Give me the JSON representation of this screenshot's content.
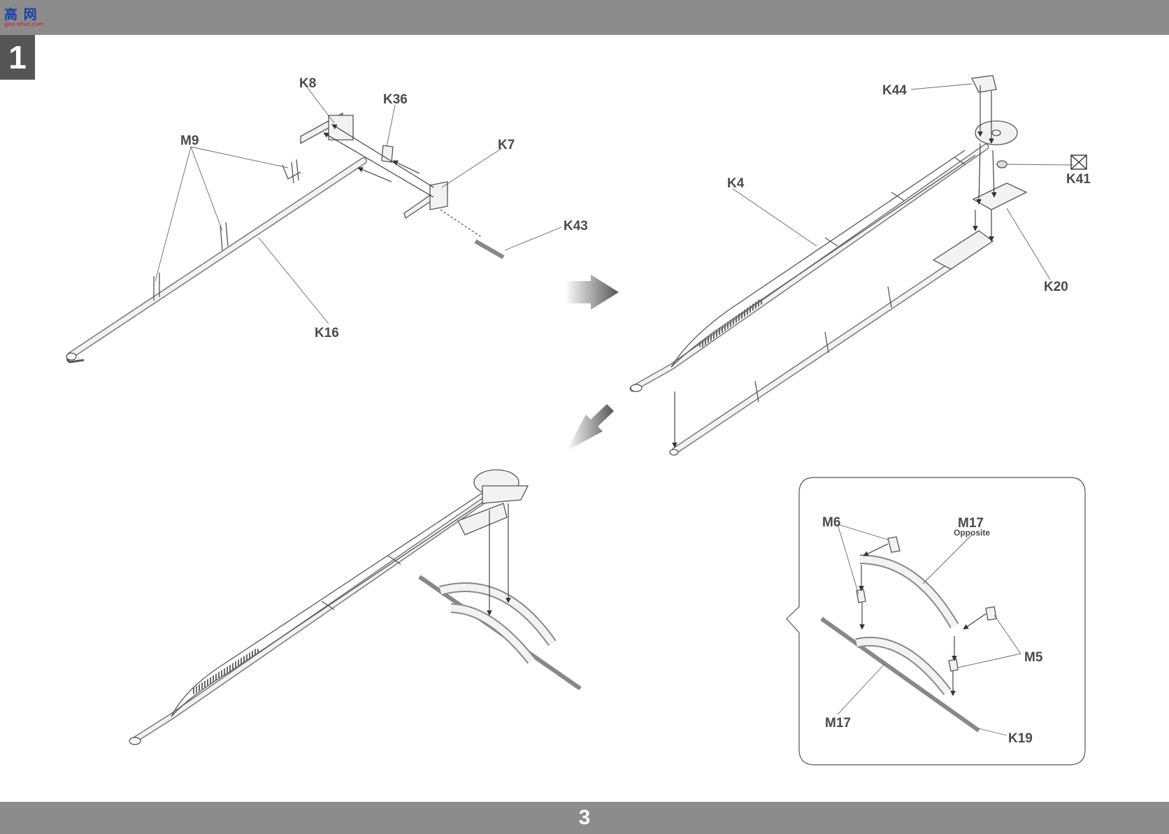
{
  "header": {
    "logo_text": "高 网",
    "logo_sub": "goo-shun.com"
  },
  "step_number": "1",
  "page_number": "3",
  "callouts": {
    "k8": "K8",
    "k36": "K36",
    "m9": "M9",
    "k7": "K7",
    "k43": "K43",
    "k16": "K16",
    "k44": "K44",
    "k41": "K41",
    "k4": "K4",
    "k20": "K20",
    "m6": "M6",
    "m17_top": "M17",
    "opposite": "Opposite",
    "m5": "M5",
    "m17_bottom": "M17",
    "k19": "K19"
  },
  "colors": {
    "bar": "#8c8c8c",
    "step_box": "#555555",
    "line": "#555555",
    "part_fill": "#f2f2f2"
  },
  "icons": {
    "flow_arrow_right": "arrow-right-icon",
    "flow_arrow_downleft": "arrow-down-left-icon",
    "spare_part": "crossed-box-icon"
  }
}
